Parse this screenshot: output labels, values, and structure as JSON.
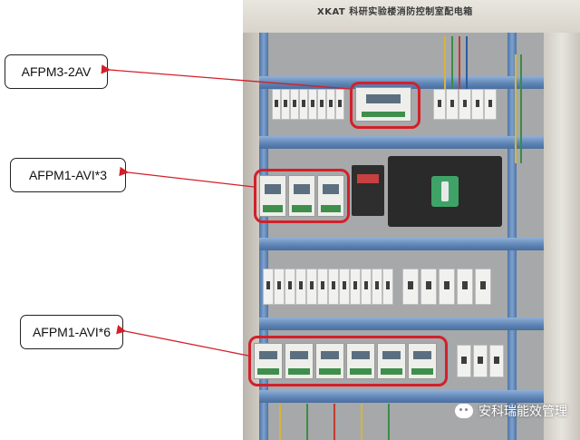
{
  "photo": {
    "panel_title": "XKAT 科研实验楼消防控制室配电箱"
  },
  "callouts": [
    {
      "label": "AFPM3-2AV"
    },
    {
      "label": "AFPM1-AVI*3"
    },
    {
      "label": "AFPM1-AVI*6"
    }
  ],
  "colors": {
    "highlight": "#d3202a",
    "arrow": "#d3202a",
    "rail": "#5c83b5"
  },
  "watermark": {
    "text": "安科瑞能效管理",
    "icon": "wechat-icon"
  }
}
